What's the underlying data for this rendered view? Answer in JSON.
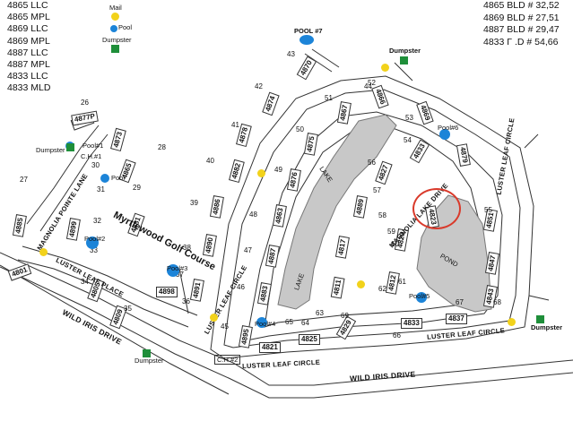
{
  "legend_left": [
    "4865 LLC",
    "4865 MPL",
    "4869 LLC",
    "4869 MPL",
    "4887 LLC",
    "4887 MPL",
    "4833 LLC",
    "4833 MLD"
  ],
  "legend_right": [
    "4865 BLD # 32,52",
    "4869 BLD # 27,51",
    "4887 BLD # 29,47",
    "4833 Γ .D # 54,66"
  ],
  "legend_keys": {
    "mail": "Mail",
    "pool": "Pool",
    "dumpster": "Dumpster"
  },
  "colors": {
    "mail": "#f2d21b",
    "pool": "#1c84d8",
    "dumpster": "#1f8f3a",
    "highlight": "#d93a2b",
    "lake": "#c8c8c8"
  },
  "place_labels": {
    "golf_course": "Myrtlewood Golf Course",
    "lake_upper": "LAKE",
    "lake_lower": "LAKE",
    "pond": "POND",
    "ch1": "C.H.#1",
    "ch2": "C.H.#2"
  },
  "roads": {
    "wild_iris_bottom": "WILD IRIS DRIVE",
    "wild_iris_left": "WILD IRIS DRIVE",
    "luster_leaf_circle_bottom": "LUSTER LEAF CIRCLE",
    "luster_leaf_circle_right": "LUSTER LEAF CIRCLE",
    "luster_leaf_circle_mid": "LUSTER LEAF CIRCLE",
    "luster_leaf_circle_upper": "LUSTER LEAF CIRCLE",
    "luster_leaf_place": "LUSTER LEAF PLACE",
    "magnolia_pointe_lane": "MAGNOLIA POINTE LANE",
    "magnolia_lake_drive": "MAGNOLIA LAKE DRIVE"
  },
  "pools": [
    "POOL #7",
    "Pool#1",
    "Pool",
    "Pool#2",
    "Pool#3",
    "Pool#4",
    "Pool#5",
    "Pool#6"
  ],
  "dumpsters": [
    "Dumpster",
    "Dumpster",
    "Dumpster",
    "Dumpster"
  ],
  "buildings": [
    "4870",
    "4874",
    "4878",
    "4866",
    "4867",
    "4875",
    "4869",
    "4861",
    "4877P",
    "4873",
    "4865",
    "4882",
    "4876",
    "4879",
    "4827",
    "4833",
    "4886",
    "4863",
    "4889",
    "4823",
    "4881",
    "4851",
    "4885",
    "4899",
    "4890",
    "4887",
    "4817",
    "4820",
    "4847",
    "4891",
    "4883",
    "4811",
    "4812",
    "4843",
    "4805",
    "4895",
    "4821",
    "4825",
    "4829",
    "4833",
    "4837",
    "4809",
    "4898",
    "4801"
  ],
  "building_numbers": [
    "43",
    "42",
    "41",
    "40",
    "39",
    "38",
    "37",
    "36",
    "35",
    "34",
    "33",
    "32",
    "31",
    "30",
    "29",
    "28",
    "27",
    "26",
    "44",
    "45",
    "46",
    "47",
    "48",
    "49",
    "50",
    "51",
    "52",
    "53",
    "54",
    "55",
    "56",
    "57",
    "58",
    "59",
    "60",
    "61",
    "62",
    "63",
    "64",
    "65",
    "66",
    "67",
    "68",
    "69"
  ]
}
